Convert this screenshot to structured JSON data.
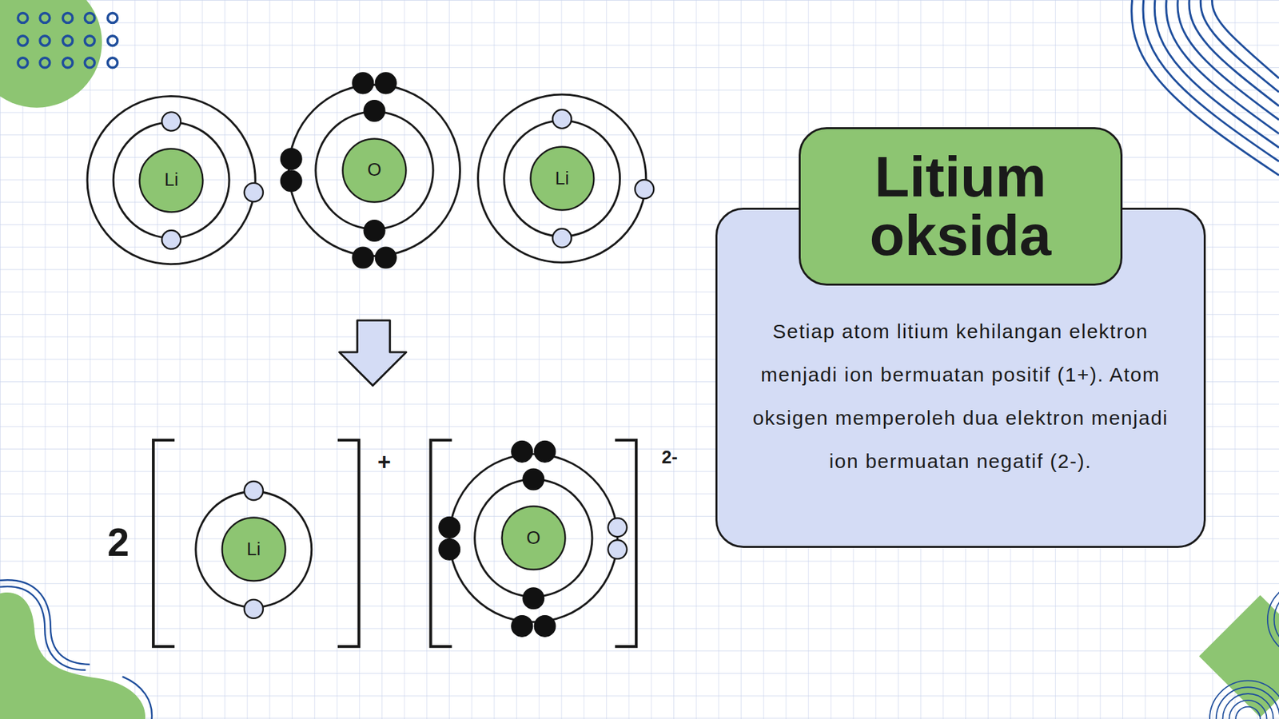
{
  "diagram": {
    "nodes": [
      {
        "text": [
          "Li"
        ]
      },
      {
        "text": [
          "O"
        ]
      },
      {
        "text": [
          "Li"
        ]
      },
      {
        "text": [
          "Li"
        ]
      },
      {
        "text": [
          "O"
        ]
      },
      {
        "text": [
          "Litium oksida"
        ]
      },
      {
        "text": [
          "Setiap atom litium kehilangan elektron menjadi ion bermuatan positif (1+). Atom oksigen memperoleh dua elektron menjadi ion bermuatan negatif (2-)."
        ]
      }
    ],
    "labels": [
      "2",
      "+",
      "2-"
    ]
  }
}
